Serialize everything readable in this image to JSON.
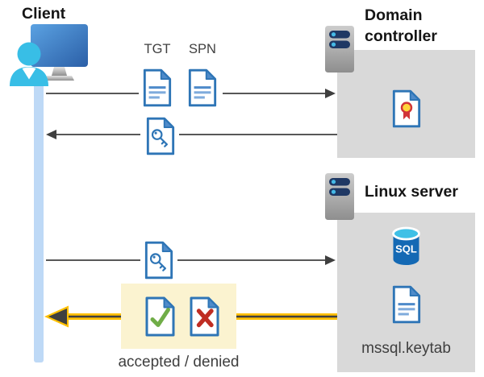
{
  "client": {
    "label": "Client"
  },
  "domain_controller": {
    "label": "Domain controller"
  },
  "linux_server": {
    "label": "Linux server",
    "sql_label": "SQL",
    "keytab_label": "mssql.keytab"
  },
  "messages": {
    "tgt_label": "TGT",
    "spn_label": "SPN",
    "result_label": "accepted / denied"
  },
  "icons": {
    "client": "client-workstation-icon",
    "domain_controller": "server-icon",
    "linux_server": "server-icon",
    "tgt": "ticket-document-icon",
    "spn": "ticket-document-icon",
    "service_ticket": "key-document-icon",
    "certificate": "certificate-document-icon",
    "sql": "sql-database-icon",
    "keytab": "keytab-document-icon",
    "accepted": "accepted-check-document-icon",
    "denied": "denied-x-document-icon"
  },
  "colors": {
    "doc_border_blue": "#2E75B6",
    "doc_fold_blue": "#4F8BCA",
    "person_cyan": "#38BEE6",
    "panel_gray": "#D9D9D9",
    "arrow_gray": "#3F3F3F",
    "result_gold": "#FFC000",
    "highlight_yellow": "#FBF3D0",
    "accepted_green": "#70AD47",
    "denied_red": "#BF2D23",
    "lifeline_blue": "#BED9F6",
    "server_bar_navy": "#1F3864",
    "sql_body_blue": "#1469B4",
    "sql_top_cyan": "#3FC0E6"
  }
}
